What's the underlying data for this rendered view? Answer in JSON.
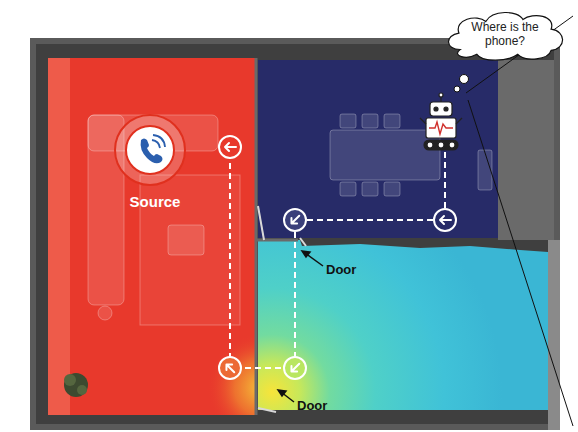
{
  "diagram": {
    "nodes": [
      {
        "text": [
          "Where is the phone?"
        ]
      }
    ],
    "labels": [
      "Source",
      "Door",
      "Door"
    ]
  }
}
